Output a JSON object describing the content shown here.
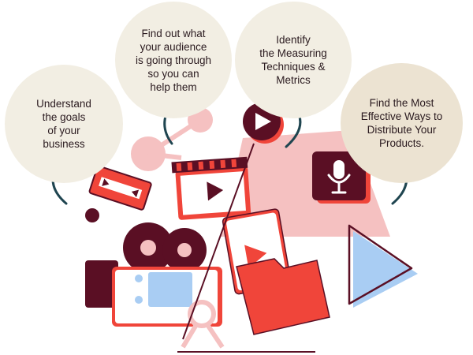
{
  "steps": [
    {
      "text": "Understand\nthe goals\nof your\nbusiness"
    },
    {
      "text": "Find out what\nyour audience\nis going through\nso you can\nhelp them"
    },
    {
      "text": "Identify\nthe Measuring\nTechniques &\nMetrics"
    },
    {
      "text": "Find the Most\nEffective Ways to\nDistribute Your\nProducts."
    }
  ],
  "colors": {
    "bubble": "#f2eee3",
    "bubble_last": "#ece3d2",
    "arrow": "#1f4550",
    "red": "#f0453a",
    "dark": "#5a0f24",
    "pink": "#f5c1c1",
    "light_blue": "#a9cdf3"
  },
  "icons": [
    "arrow-up-icon",
    "play-icon",
    "microphone-icon",
    "film-camera-icon",
    "clapperboard-icon",
    "folder-icon",
    "cassette-icon",
    "triangle-icon"
  ]
}
